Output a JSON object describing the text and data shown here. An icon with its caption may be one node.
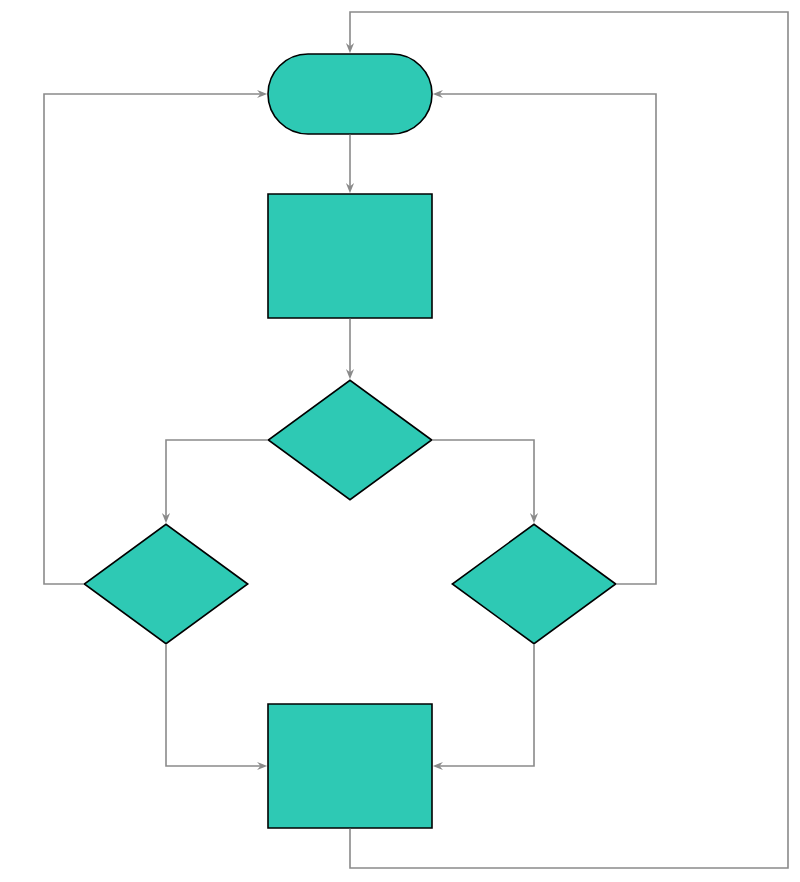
{
  "diagram": {
    "nodes": [
      {
        "text": [],
        "shape": "capsule"
      },
      {
        "text": [],
        "shape": "box"
      },
      {
        "text": [],
        "shape": "diamond"
      },
      {
        "text": [],
        "shape": "diamond"
      },
      {
        "text": [],
        "shape": "diamond"
      },
      {
        "text": [],
        "shape": "box"
      }
    ],
    "edges": [
      {
        "from": 0,
        "to": 1,
        "arrow": "to"
      },
      {
        "from": 1,
        "to": 2,
        "arrow": "to"
      },
      {
        "from": 2,
        "to": 3,
        "arrow": "to"
      },
      {
        "from": 2,
        "to": 4,
        "arrow": "to"
      },
      {
        "from": 3,
        "to": 0,
        "arrow": "to"
      },
      {
        "from": 4,
        "to": 0,
        "arrow": "to"
      },
      {
        "from": 3,
        "to": 5,
        "arrow": "to"
      },
      {
        "from": 4,
        "to": 5,
        "arrow": "to"
      },
      {
        "from": 5,
        "to": 0,
        "arrow": "to"
      }
    ]
  }
}
